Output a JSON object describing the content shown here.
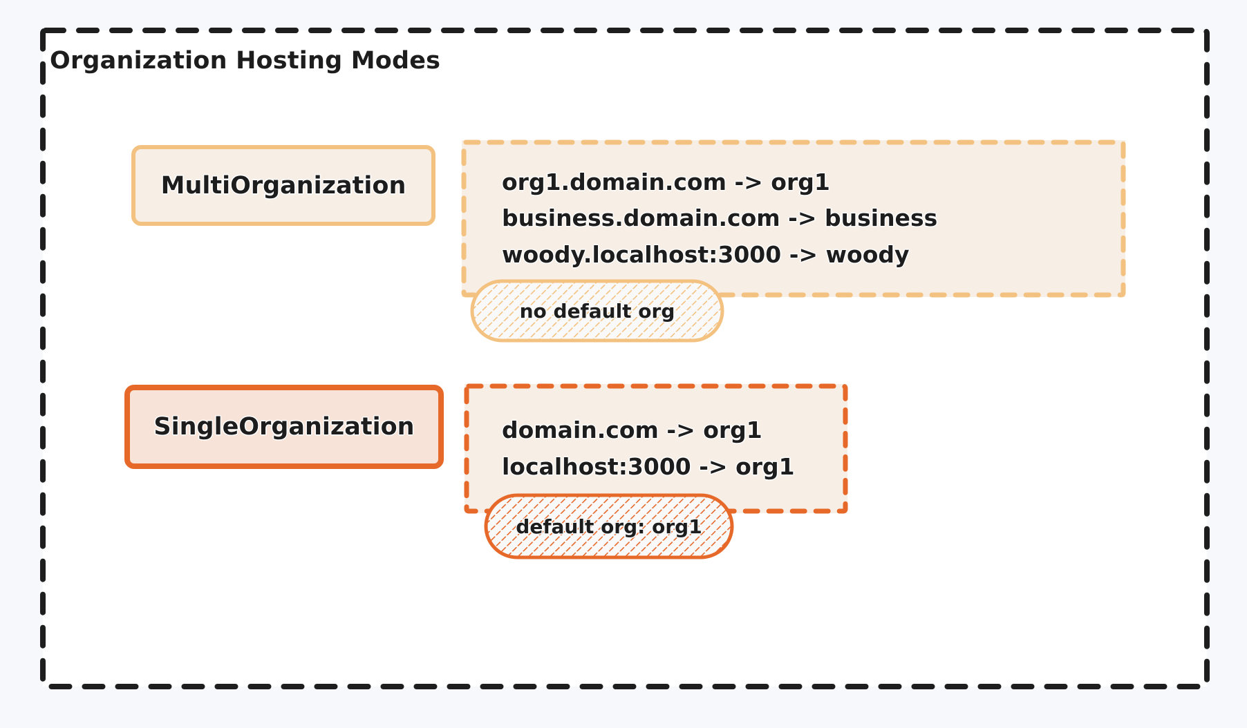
{
  "diagram": {
    "title": "Organization Hosting Modes",
    "background_color": "#f7f8fb",
    "frame_color": "#1e1e1e",
    "modes": [
      {
        "key": "multi",
        "label": "MultiOrganization",
        "accent_color": "#f3c180",
        "fill_color": "#f7eee6",
        "mappings": [
          "org1.domain.com -> org1",
          "business.domain.com -> business",
          "woody.localhost:3000 -> woody"
        ],
        "badge": "no default org"
      },
      {
        "key": "single",
        "label": "SingleOrganization",
        "accent_color": "#e6692a",
        "fill_color": "#f7e3d7",
        "mappings": [
          "domain.com -> org1",
          "localhost:3000 -> org1"
        ],
        "badge": "default org: org1"
      }
    ]
  }
}
